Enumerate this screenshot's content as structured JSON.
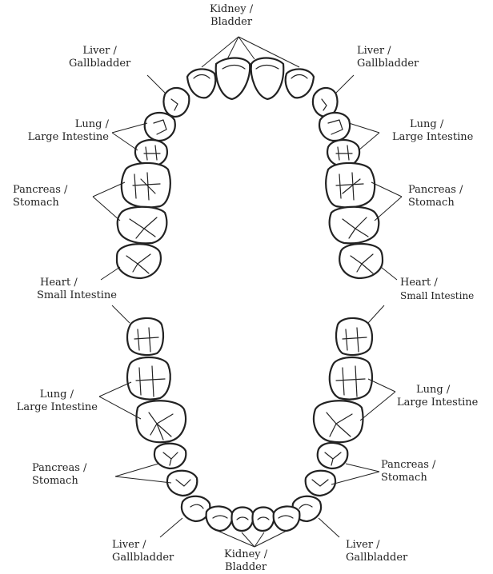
{
  "upper_arch": {
    "kidney_bladder": {
      "line1": "Kidney /",
      "line2": "Bladder"
    },
    "liver_left": {
      "line1": "Liver /",
      "line2": "Gallbladder"
    },
    "liver_right": {
      "line1": "Liver /",
      "line2": "Gallbladder"
    },
    "lung_left": {
      "line1": "Lung /",
      "line2": "Large Intestine"
    },
    "lung_right": {
      "line1": "Lung /",
      "line2": "Large Intestine"
    },
    "pancreas_left": {
      "line1": "Pancreas /",
      "line2": "Stomach"
    },
    "pancreas_right": {
      "line1": "Pancreas /",
      "line2": "Stomach"
    },
    "heart_left": {
      "line1": "Heart /",
      "line2": "Small Intestine"
    },
    "heart_right": {
      "line1": "Heart /",
      "line2": "Small Intestine"
    }
  },
  "lower_arch": {
    "lung_left": {
      "line1": "Lung /",
      "line2": "Large Intestine"
    },
    "lung_right": {
      "line1": "Lung /",
      "line2": "Large Intestine"
    },
    "pancreas_left": {
      "line1": "Pancreas /",
      "line2": "Stomach"
    },
    "pancreas_right": {
      "line1": "Pancreas /",
      "line2": "Stomach"
    },
    "liver_left": {
      "line1": "Liver /",
      "line2": "Gallbladder"
    },
    "liver_right": {
      "line1": "Liver /",
      "line2": "Gallbladder"
    },
    "kidney_bladder": {
      "line1": "Kidney /",
      "line2": "Bladder"
    }
  }
}
